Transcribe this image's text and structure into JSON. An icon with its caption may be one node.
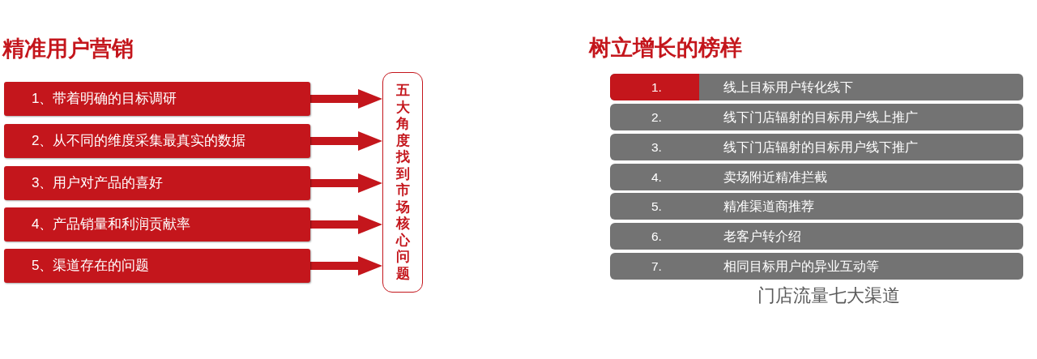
{
  "diagram": {
    "nodes": [
      {
        "text": [
          "1、带着明确的目标调研"
        ]
      },
      {
        "text": [
          "2、从不同的维度采集最真实的数据"
        ]
      },
      {
        "text": [
          "3、用户对产品的喜好"
        ]
      },
      {
        "text": [
          "4、产品销量和利润贡献率"
        ]
      },
      {
        "text": [
          "5、渠道存在的问题"
        ]
      },
      {
        "text": [
          "五大角度找到市场核心问题"
        ]
      },
      {
        "text": [
          "1.",
          "线上目标用户转化线下"
        ]
      },
      {
        "text": [
          "2.",
          "线下门店辐射的目标用户线上推广"
        ]
      },
      {
        "text": [
          "3.",
          "线下门店辐射的目标用户线下推广"
        ]
      },
      {
        "text": [
          "4.",
          "卖场附近精准拦截"
        ]
      },
      {
        "text": [
          "5.",
          "精准渠道商推荐"
        ]
      },
      {
        "text": [
          "6.",
          "老客户转介绍"
        ]
      },
      {
        "text": [
          "7.",
          "相同目标用户的异业互动等"
        ]
      }
    ],
    "edges": [
      {
        "from": 0,
        "to": 5,
        "arrow": "to"
      },
      {
        "from": 1,
        "to": 5,
        "arrow": "to"
      },
      {
        "from": 2,
        "to": 5,
        "arrow": "to"
      },
      {
        "from": 3,
        "to": 5,
        "arrow": "to"
      },
      {
        "from": 4,
        "to": 5,
        "arrow": "to"
      }
    ],
    "labels": [
      "精准用户营销",
      "树立增长的榜样",
      "门店流量七大渠道"
    ]
  }
}
